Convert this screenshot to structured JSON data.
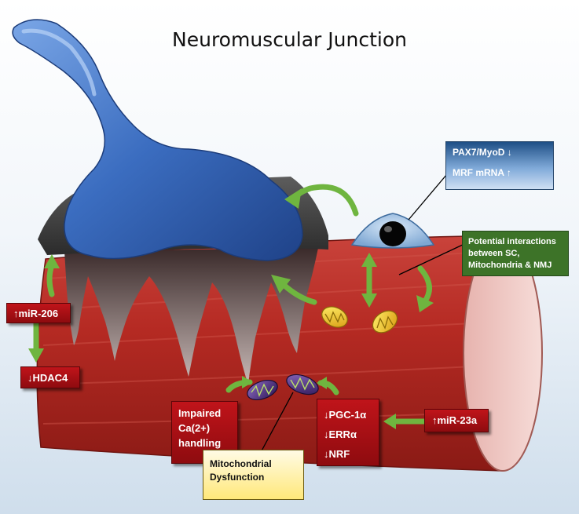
{
  "title": "Neuromuscular Junction",
  "labels": {
    "pax7": "PAX7/MyoD ↓",
    "mrf": "MRF mRNA ↑",
    "interactions": [
      "Potential interactions",
      "between SC,",
      "Mitochondria & NMJ"
    ],
    "mir206": "↑miR-206",
    "hdac4": "↓HDAC4",
    "impaired": [
      "Impaired",
      "Ca(2+)",
      "handling"
    ],
    "pgc": [
      "↓PGC-1α",
      "↓ERRα",
      "↓NRF"
    ],
    "mir23a": "↑miR-23a",
    "mito_dysfunction": [
      "Mitochondrial",
      "Dysfunction"
    ]
  },
  "colors": {
    "muscle": "#b5241e",
    "nerve": "#3c6fc0",
    "arrow": "#6fb53f",
    "mitochondria_healthy": "#e0b820",
    "mitochondria_dysfunctional": "#4b2a7a"
  }
}
